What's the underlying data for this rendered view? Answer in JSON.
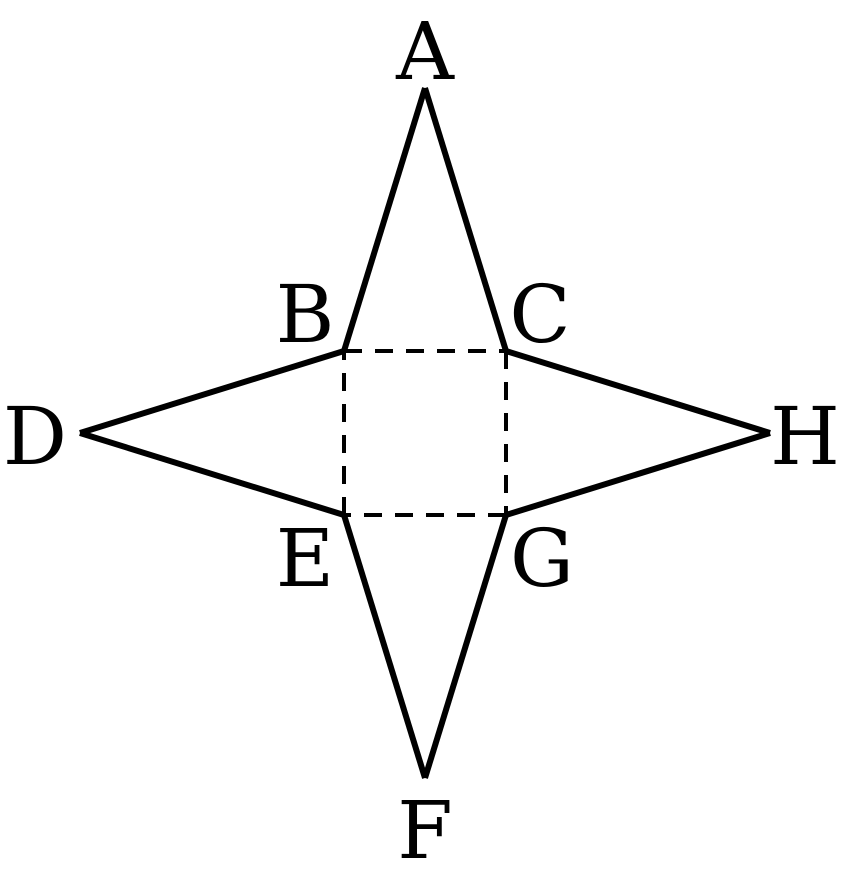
{
  "diagram": {
    "vertices": {
      "A": "A",
      "B": "B",
      "C": "C",
      "D": "D",
      "E": "E",
      "F": "F",
      "G": "G",
      "H": "H"
    },
    "solid_edges": [
      [
        "A",
        "B"
      ],
      [
        "A",
        "C"
      ],
      [
        "B",
        "D"
      ],
      [
        "D",
        "E"
      ],
      [
        "C",
        "H"
      ],
      [
        "H",
        "G"
      ],
      [
        "E",
        "F"
      ],
      [
        "F",
        "G"
      ]
    ],
    "dashed_edges": [
      [
        "B",
        "C"
      ],
      [
        "C",
        "G"
      ],
      [
        "G",
        "E"
      ],
      [
        "E",
        "B"
      ]
    ],
    "colors": {
      "stroke": "#000000",
      "background": "#ffffff"
    }
  }
}
